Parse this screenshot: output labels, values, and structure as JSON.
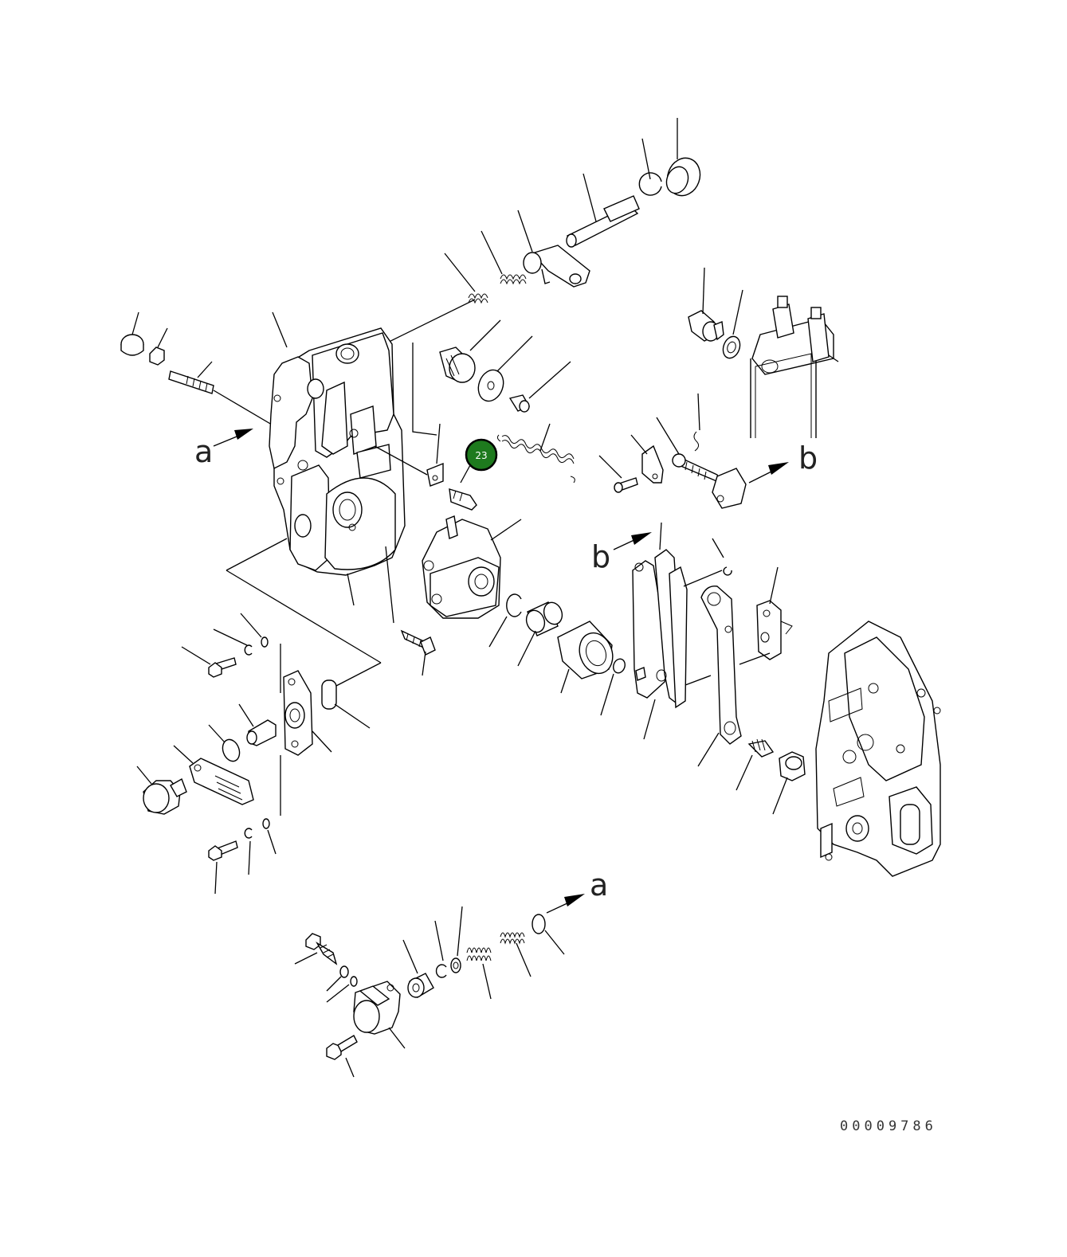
{
  "diagram": {
    "reference_labels": {
      "a_left": "a",
      "a_bottom": "a",
      "b_right": "b",
      "b_lower": "b"
    },
    "callout": {
      "number": "23",
      "color": "#1e7a1e"
    },
    "drawing_number": "00009786"
  }
}
